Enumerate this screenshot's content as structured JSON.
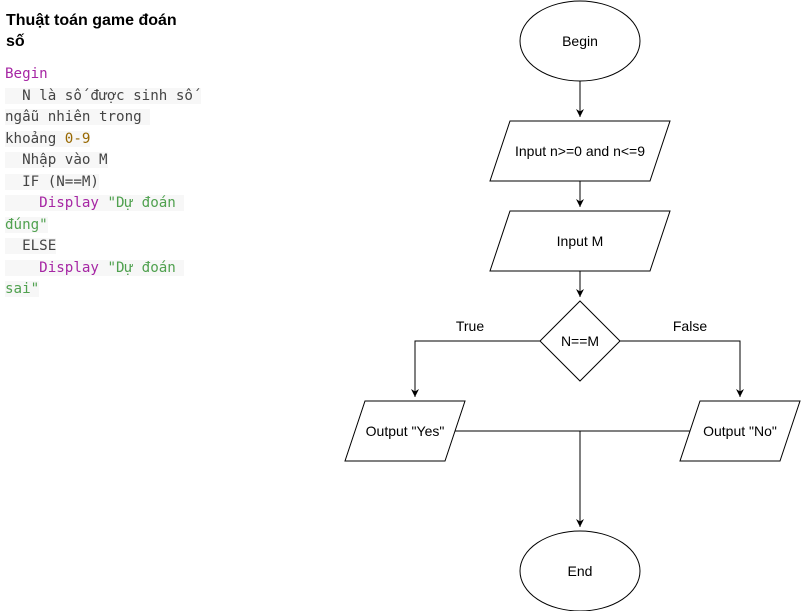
{
  "title": "Thuật toán game đoán số",
  "pseudocode": {
    "begin": "Begin",
    "line_n_1": "  N là số được sinh số ngẫu nhiên trong khoảng ",
    "line_n_range": "0-9",
    "line_input": "  Nhập vào M",
    "line_if": "  IF (N==M)",
    "line_display1_indent": "    ",
    "line_display1_kw": "Display",
    "line_display1_str": "\"Dự đoán đúng\"",
    "line_else": "  ELSE",
    "line_display2_indent": "    ",
    "line_display2_kw": "Display",
    "line_display2_str": "\"Dự đoán sai\""
  },
  "flowchart": {
    "begin": "Begin",
    "input_n": "Input n>=0 and n<=9",
    "input_m": "Input M",
    "decision": "N==M",
    "true_label": "True",
    "false_label": "False",
    "output_yes": "Output \"Yes\"",
    "output_no": "Output \"No\"",
    "end": "End"
  },
  "colors": {
    "keyword": "#a626a4",
    "number": "#986801",
    "string": "#50a14f",
    "stroke": "#000000"
  }
}
